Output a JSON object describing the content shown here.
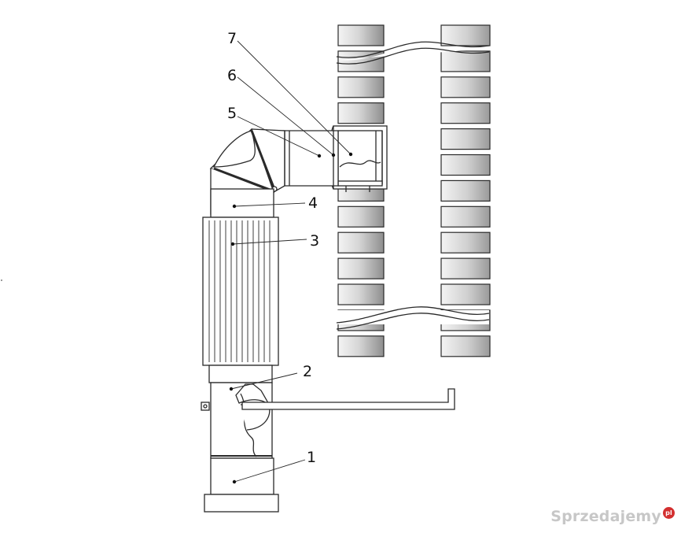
{
  "labels": {
    "n1": "1",
    "n2": "2",
    "n3": "3",
    "n4": "4",
    "n5": "5",
    "n6": "6",
    "n7": "7"
  },
  "watermark": {
    "text": "Sprzedajemy",
    "badge": "pl"
  },
  "colors": {
    "stroke": "#2a2a2a",
    "brick_light": "#f2f2f2",
    "brick_dark": "#9a9a9a",
    "pipe_fill": "#ffffff"
  }
}
